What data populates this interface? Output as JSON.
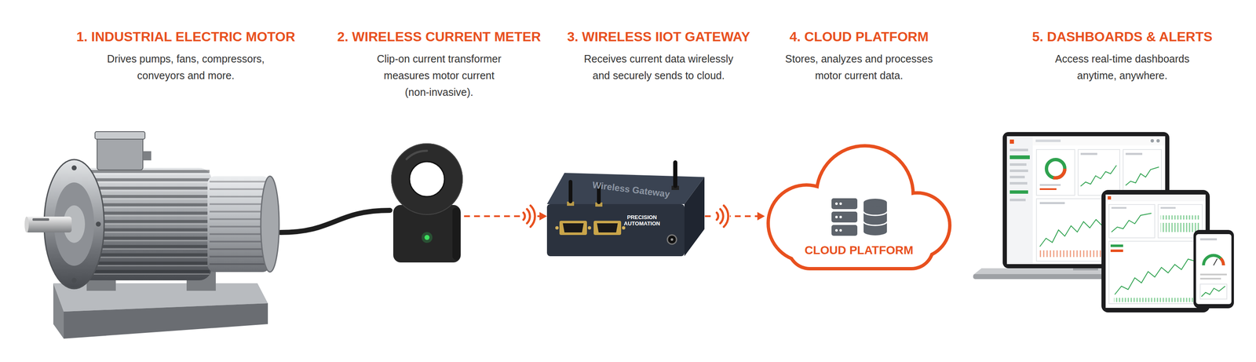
{
  "diagram": {
    "nodes": [
      {
        "text": [
          "1. INDUSTRIAL ELECTRIC MOTOR",
          "Drives pumps, fans, compressors, conveyors and more."
        ]
      },
      {
        "text": [
          "2. WIRELESS CURRENT METER",
          "Clip-on current transformer measures motor current (non-invasive)."
        ]
      },
      {
        "text": [
          "3. WIRELESS IIOT GATEWAY",
          "Receives current data wirelessly and securely sends to cloud."
        ]
      },
      {
        "text": [
          "4. CLOUD PLATFORM",
          "Stores, analyzes and processes motor current data.",
          "CLOUD PLATFORM"
        ]
      },
      {
        "text": [
          "5. DASHBOARDS & ALERTS",
          "Access real-time dashboards anytime, anywhere."
        ]
      }
    ],
    "edges": [
      {
        "from": 0,
        "to": 1,
        "arrow": "none"
      },
      {
        "from": 1,
        "to": 2,
        "arrow": "to"
      },
      {
        "from": 2,
        "to": 3,
        "arrow": "to"
      }
    ],
    "labels": [
      "Wireless Gateway",
      "PRECISION AUTOMATION"
    ]
  }
}
